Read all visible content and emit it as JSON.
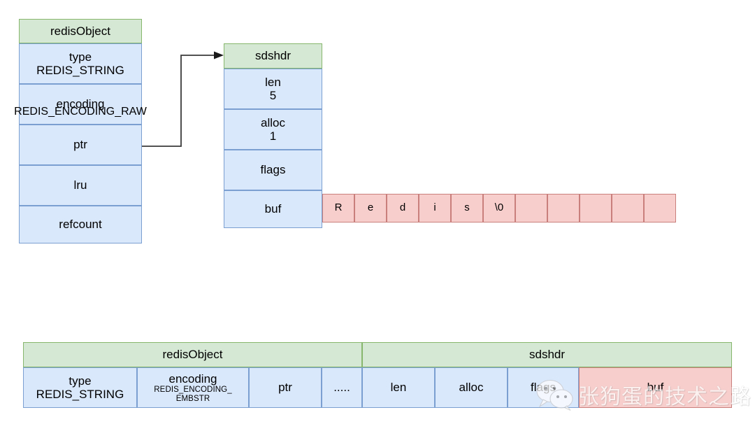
{
  "diagram": {
    "title_top_left": "redisObject",
    "title_top_right": "sdshdr",
    "redis_object_top": {
      "header": "redisObject",
      "rows": [
        {
          "label": "type",
          "value": "REDIS_STRING"
        },
        {
          "label": "encoding",
          "value": "REDIS_ENCODING_RAW"
        },
        {
          "label": "ptr",
          "value": ""
        },
        {
          "label": "lru",
          "value": ""
        },
        {
          "label": "refcount",
          "value": ""
        }
      ]
    },
    "sdshdr_top": {
      "header": "sdshdr",
      "rows": [
        {
          "label": "len",
          "value": "5"
        },
        {
          "label": "alloc",
          "value": "1"
        },
        {
          "label": "flags",
          "value": ""
        },
        {
          "label": "buf",
          "value": ""
        }
      ]
    },
    "buffer_cells": [
      "R",
      "e",
      "d",
      "i",
      "s",
      "\\0",
      "",
      "",
      "",
      "",
      ""
    ],
    "bottom_table": {
      "group_headers": [
        {
          "label": "redisObject"
        },
        {
          "label": "sdshdr"
        }
      ],
      "fields": [
        {
          "label": "type",
          "sub1": "REDIS_STRING",
          "sub2": "",
          "kind": "blue"
        },
        {
          "label": "encoding",
          "sub1": "REDIS_ENCODING_",
          "sub2": "EMBSTR",
          "kind": "blue"
        },
        {
          "label": "ptr",
          "sub1": "",
          "sub2": "",
          "kind": "blue"
        },
        {
          "label": ".....",
          "sub1": "",
          "sub2": "",
          "kind": "blue"
        },
        {
          "label": "len",
          "sub1": "",
          "sub2": "",
          "kind": "blue"
        },
        {
          "label": "alloc",
          "sub1": "",
          "sub2": "",
          "kind": "blue"
        },
        {
          "label": "flags",
          "sub1": "",
          "sub2": "",
          "kind": "blue"
        },
        {
          "label": "buf",
          "sub1": "",
          "sub2": "",
          "kind": "pink"
        }
      ]
    },
    "watermark": {
      "text": "张狗蛋的技术之路",
      "icon": "wechat-icon"
    },
    "colors": {
      "green_fill": "#d5e8d4",
      "green_stroke": "#87b76d",
      "blue_fill": "#dae8fc",
      "blue_stroke": "#7a9fd0",
      "pink_fill": "#f8cecc",
      "pink_stroke": "#c9807d",
      "connector": "#3a3a3a"
    }
  }
}
